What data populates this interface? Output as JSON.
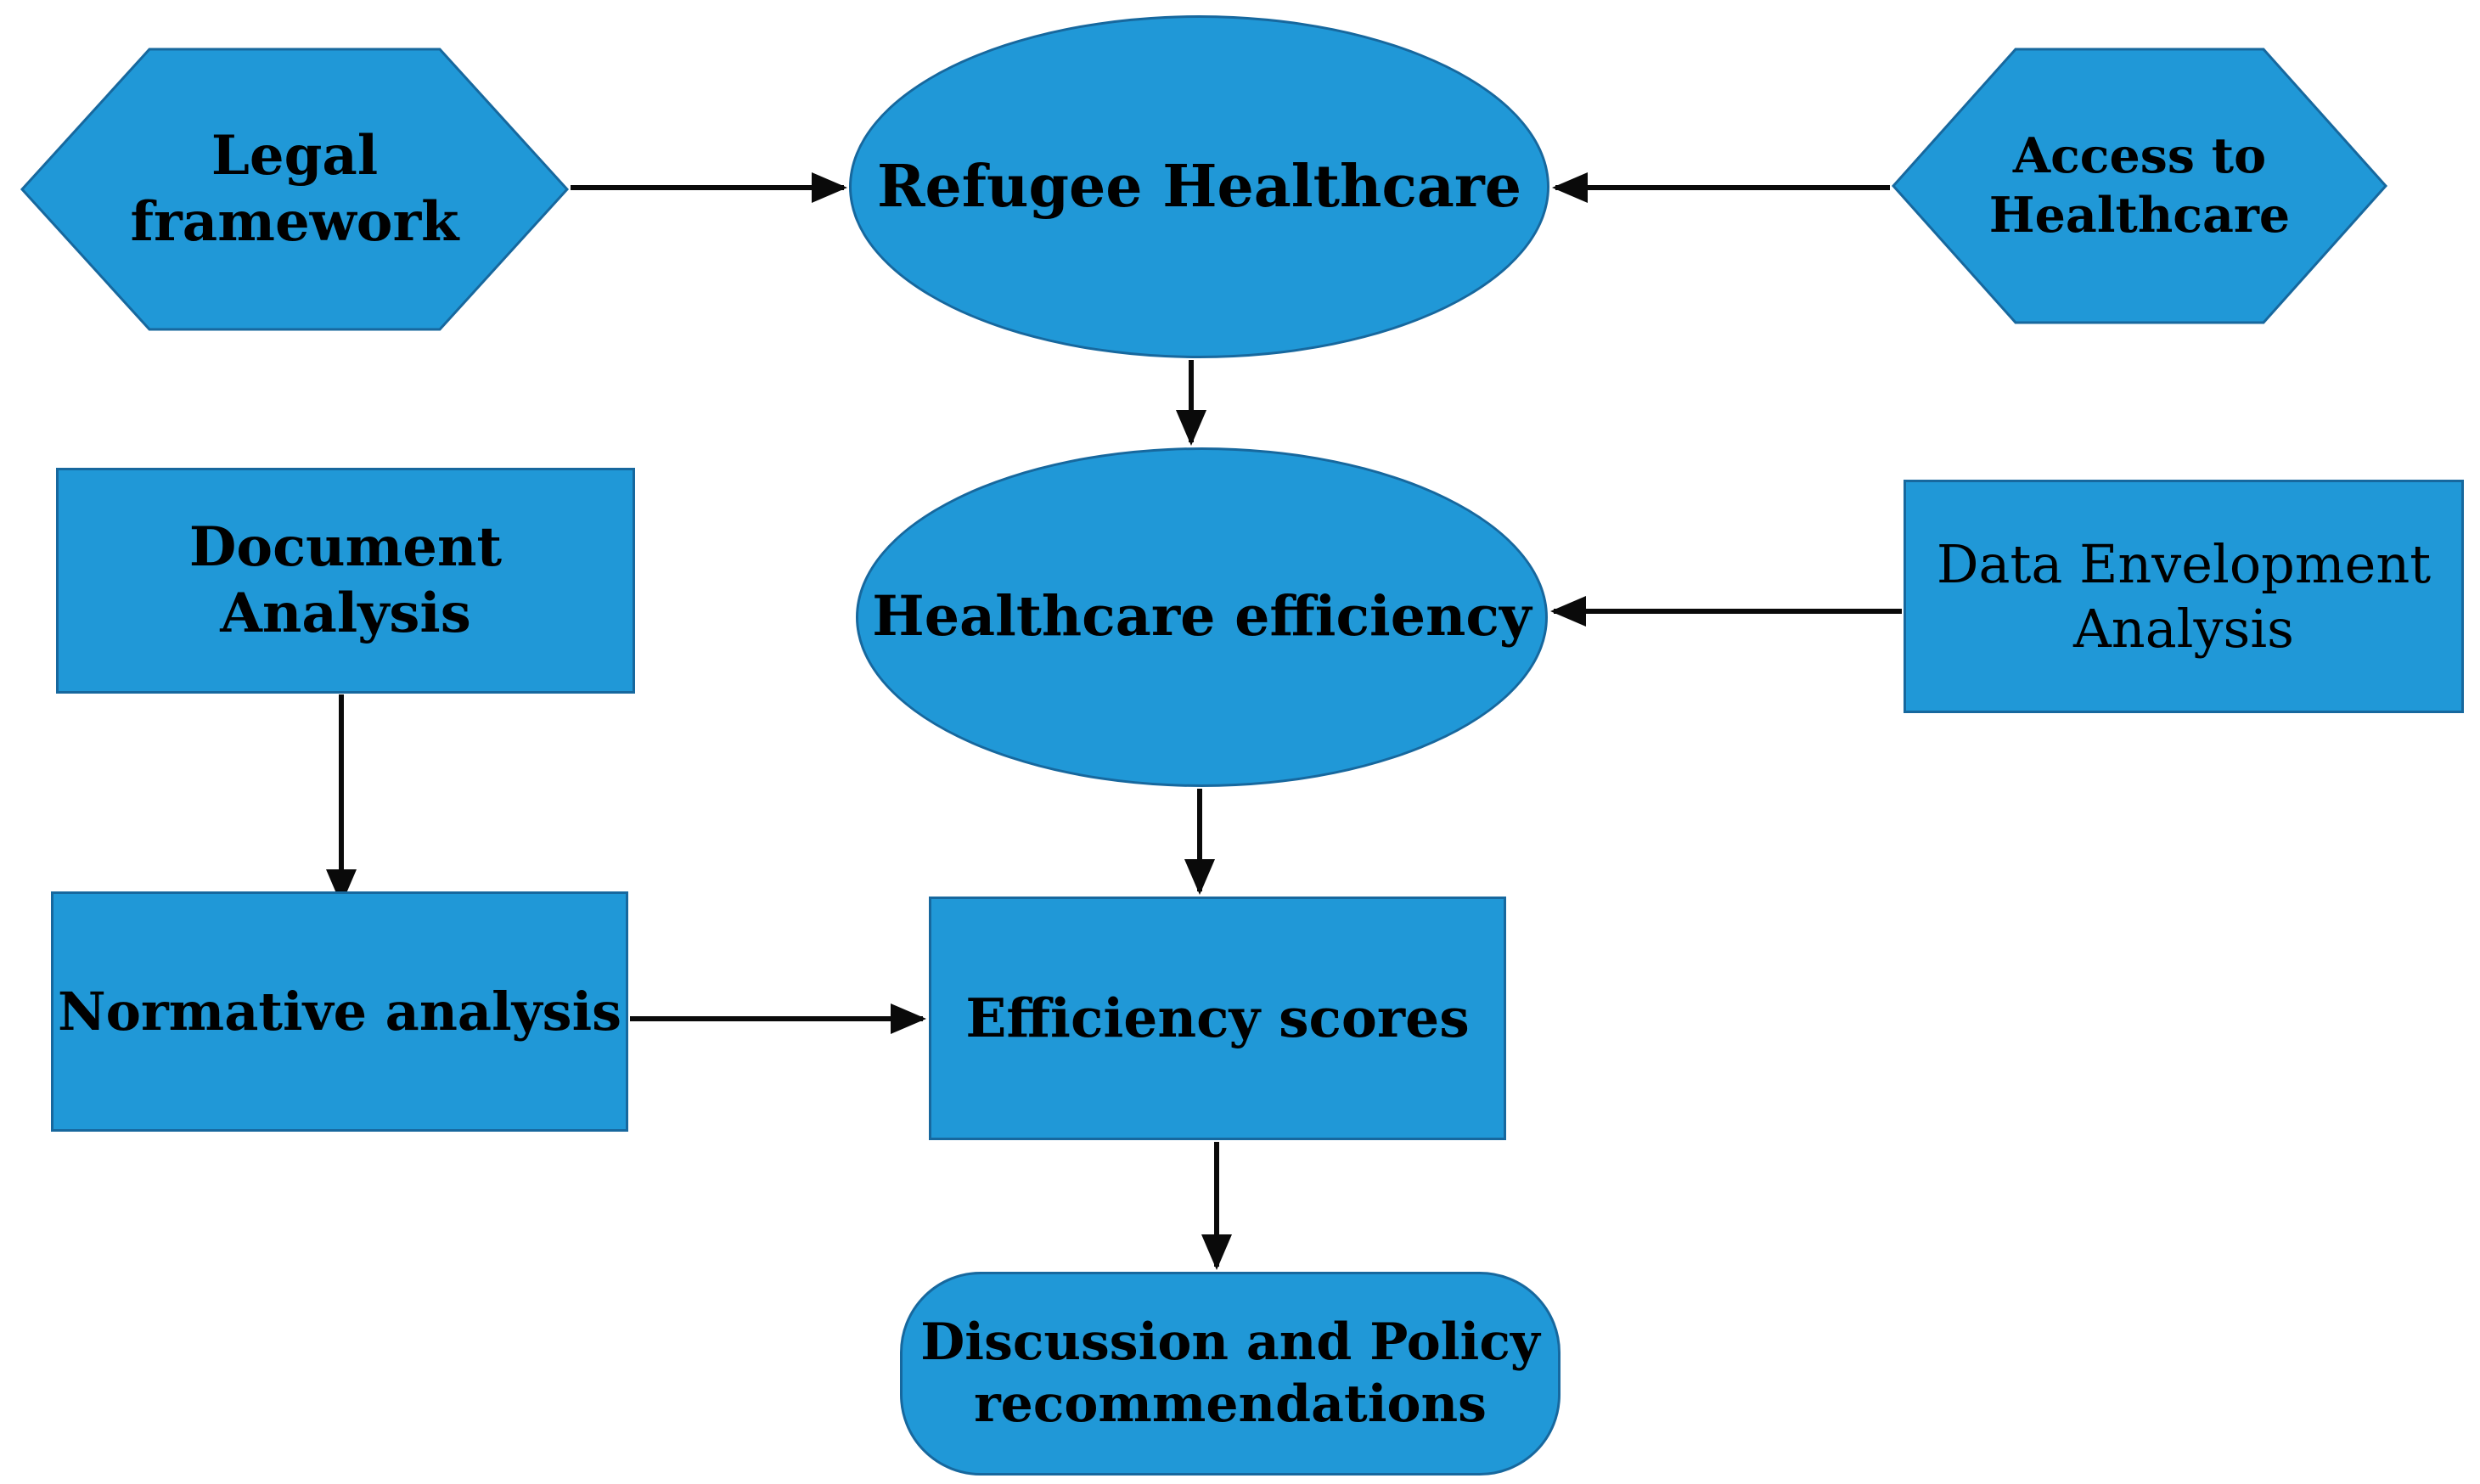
{
  "diagram": {
    "type": "flowchart",
    "colors": {
      "background": "#ffffff",
      "node_fill": "#2098d7",
      "node_border": "#17689e",
      "arrow": "#0a0a0a",
      "text": "#000000"
    },
    "nodes": [
      {
        "id": "legal-framework",
        "shape": "hexagon",
        "label": "Legal framework",
        "lines": [
          "Legal",
          "framework"
        ]
      },
      {
        "id": "refugee-healthcare",
        "shape": "ellipse",
        "label": "Refugee Healthcare"
      },
      {
        "id": "access-to-healthcare",
        "shape": "hexagon",
        "label": "Access to Healthcare"
      },
      {
        "id": "document-analysis",
        "shape": "rectangle",
        "label": "Document Analysis"
      },
      {
        "id": "healthcare-efficiency",
        "shape": "ellipse",
        "label": "Healthcare efficiency"
      },
      {
        "id": "data-envelopment-analysis",
        "shape": "rectangle",
        "label": "Data Envelopment Analysis",
        "lines": [
          "Data Envelopment",
          "Analysis"
        ]
      },
      {
        "id": "normative-analysis",
        "shape": "rectangle",
        "label": "Normative analysis"
      },
      {
        "id": "efficiency-scores",
        "shape": "rectangle",
        "label": "Efficiency scores"
      },
      {
        "id": "discussion-policy",
        "shape": "rounded-rectangle",
        "label": "Discussion and Policy recommendations",
        "lines": [
          "Discussion and Policy",
          "recommendations"
        ]
      }
    ],
    "edges": [
      {
        "from": "legal-framework",
        "to": "refugee-healthcare"
      },
      {
        "from": "access-to-healthcare",
        "to": "refugee-healthcare"
      },
      {
        "from": "refugee-healthcare",
        "to": "healthcare-efficiency"
      },
      {
        "from": "data-envelopment-analysis",
        "to": "healthcare-efficiency"
      },
      {
        "from": "document-analysis",
        "to": "normative-analysis"
      },
      {
        "from": "normative-analysis",
        "to": "efficiency-scores"
      },
      {
        "from": "healthcare-efficiency",
        "to": "efficiency-scores"
      },
      {
        "from": "efficiency-scores",
        "to": "discussion-policy"
      }
    ]
  }
}
